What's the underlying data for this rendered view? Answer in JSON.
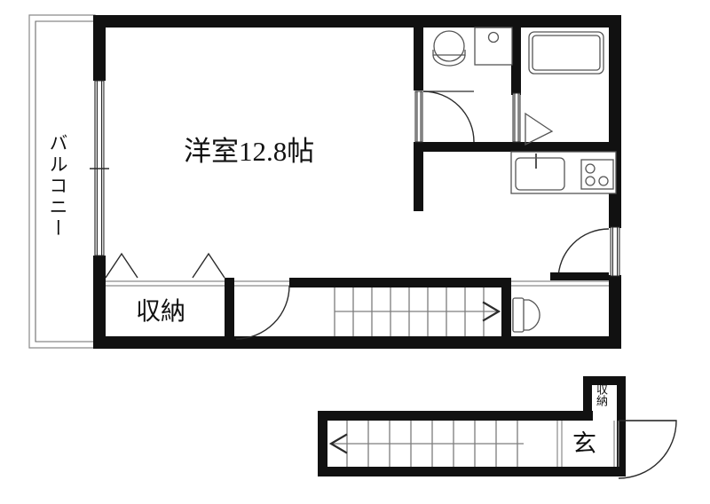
{
  "document": {
    "kind": "real-estate-floor-plan",
    "background_color": "#ffffff",
    "wall_color": "#111111",
    "fixture_line_color": "#555555"
  },
  "upper_floor": {
    "name": "upper-floor-plan",
    "rooms": [
      {
        "id": "balcony",
        "label": "バルコニー",
        "orientation": "vertical"
      },
      {
        "id": "main-room",
        "label": "洋室12.8帖",
        "orientation": "horizontal"
      },
      {
        "id": "closet",
        "label": "収納",
        "orientation": "horizontal"
      }
    ],
    "fixtures": [
      {
        "id": "wash-basin",
        "name": "washbasin-fixture"
      },
      {
        "id": "bathtub",
        "name": "bathtub-fixture"
      },
      {
        "id": "kitchen-sink",
        "name": "kitchen-sink-fixture"
      },
      {
        "id": "cooktop",
        "name": "cooktop-fixture"
      },
      {
        "id": "toilet",
        "name": "toilet-fixture"
      },
      {
        "id": "washer-space",
        "name": "washing-machine-space"
      }
    ],
    "stairs": {
      "id": "upper-stairs",
      "direction": "right",
      "steps": 9
    }
  },
  "lower_floor": {
    "name": "lower-floor-plan",
    "rooms": [
      {
        "id": "entrance",
        "label": "玄",
        "orientation": "horizontal"
      },
      {
        "id": "entrance-closet",
        "label": "収納",
        "orientation": "vertical"
      }
    ],
    "stairs": {
      "id": "lower-stairs",
      "direction": "left",
      "steps": 10
    }
  }
}
